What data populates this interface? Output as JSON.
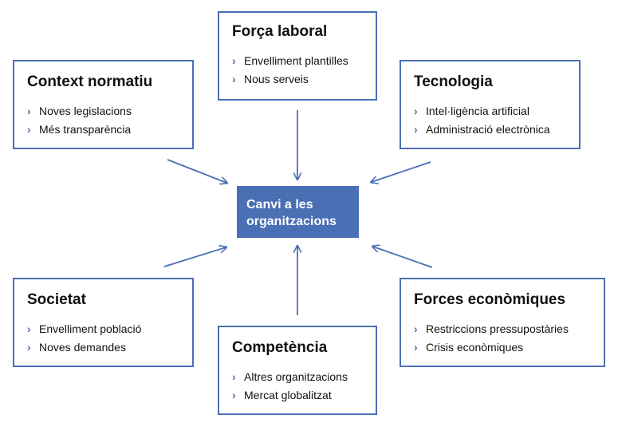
{
  "center": {
    "line1": "Canvi a les",
    "line2": "organitzacions"
  },
  "boxes": {
    "forca_laboral": {
      "title": "Força laboral",
      "items": [
        "Envelliment plantilles",
        "Nous serveis"
      ]
    },
    "context_normatiu": {
      "title": "Context normatiu",
      "items": [
        "Noves legislacions",
        "Més transparència"
      ]
    },
    "tecnologia": {
      "title": "Tecnologia",
      "items": [
        "Intel·ligència artificial",
        "Administració electrònica"
      ]
    },
    "societat": {
      "title": "Societat",
      "items": [
        "Envelliment població",
        "Noves demandes"
      ]
    },
    "forces_economiques": {
      "title": "Forces econòmiques",
      "items": [
        "Restriccions pressupostàries",
        "Crisis econòmiques"
      ]
    },
    "competencia": {
      "title": "Competència",
      "items": [
        "Altres organitzacions",
        "Mercat globalitzat"
      ]
    }
  },
  "colors": {
    "accent": "#4a6fb5"
  }
}
